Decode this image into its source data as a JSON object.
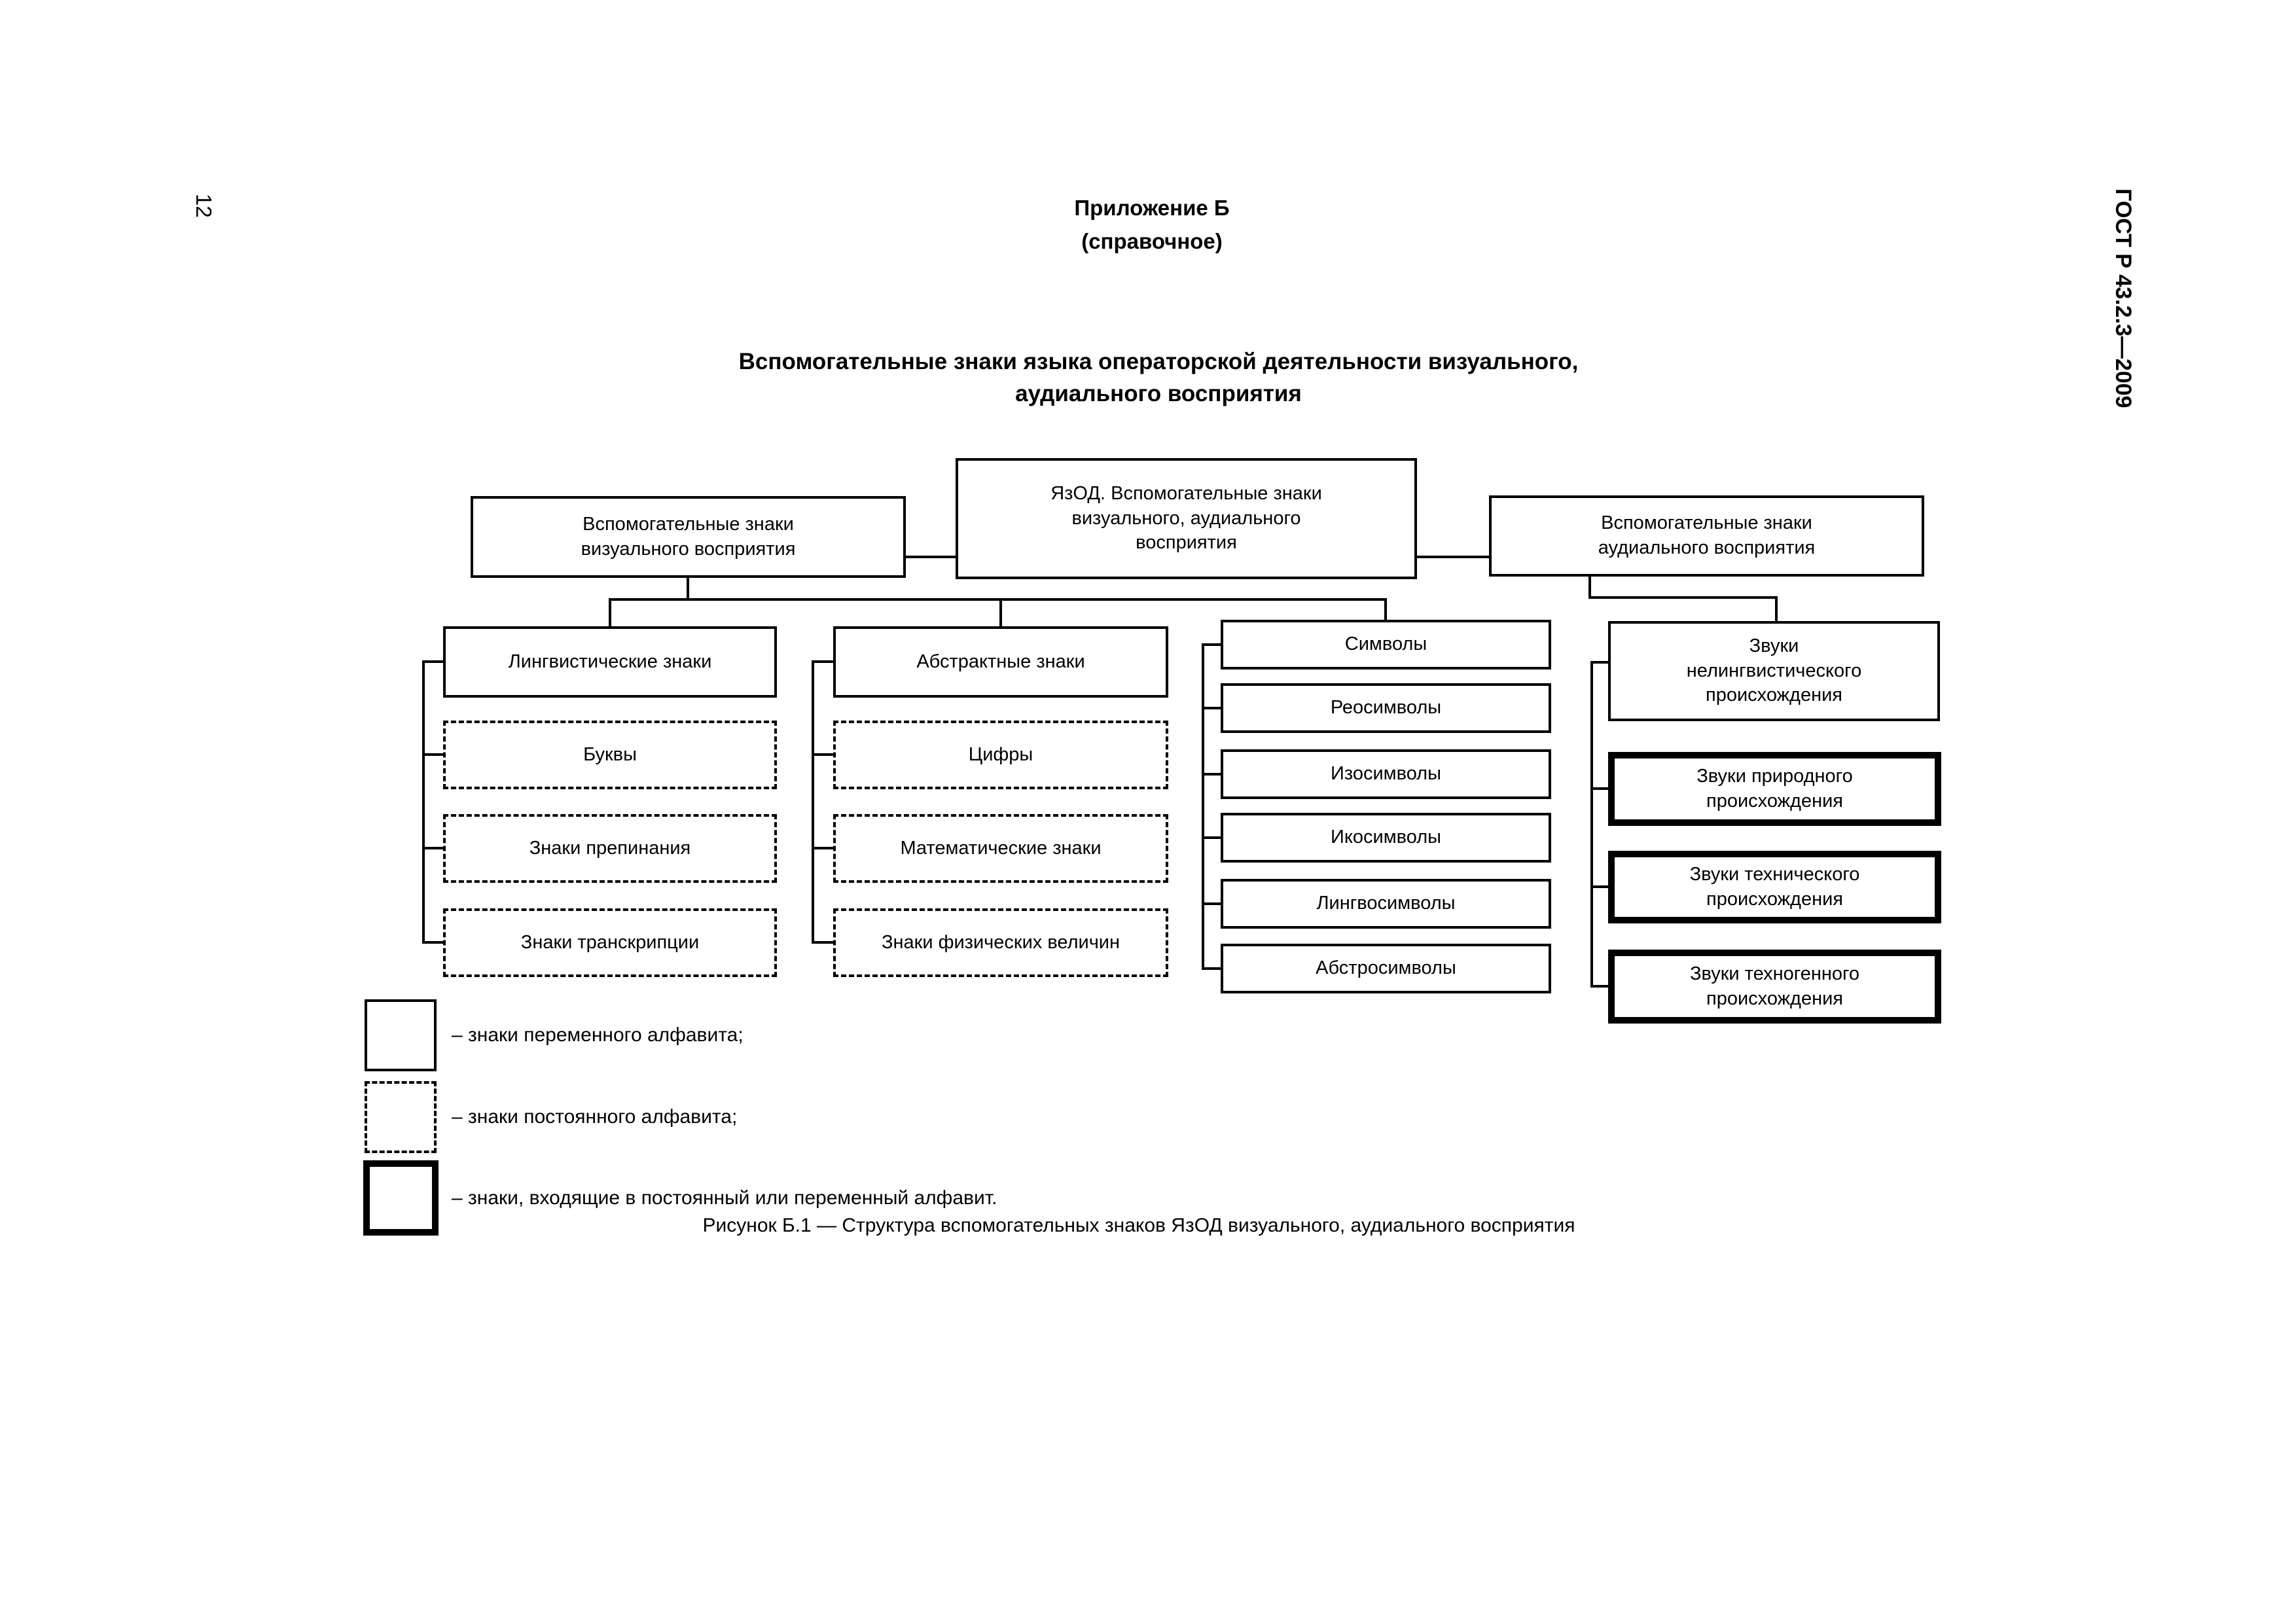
{
  "page": {
    "number": "12",
    "standard": "ГОСТ Р 43.2.3—2009",
    "appendix": {
      "title": "Приложение Б",
      "subtitle": "(справочное)"
    },
    "title": {
      "line1": "Вспомогательные знаки языка операторской деятельности визуального,",
      "line2": "аудиального восприятия"
    },
    "caption": "Рисунок Б.1 — Структура вспомогательных знаков ЯзОД визуального, аудиального восприятия"
  },
  "chart": {
    "type": "org-tree-diagram",
    "root": {
      "label": "ЯзОД. Вспомогательные знаки визуального, аудиального восприятия"
    },
    "branches": {
      "visual": {
        "label": "Вспомогательные знаки визуального восприятия"
      },
      "audio": {
        "label": "Вспомогательные знаки аудиального восприятия"
      }
    },
    "columns": {
      "linguistic": {
        "header": "Лингвистические знаки",
        "item_style": "dashed",
        "items": [
          "Буквы",
          "Знаки препинания",
          "Знаки транскрипции"
        ]
      },
      "abstract": {
        "header": "Абстрактные знаки",
        "item_style": "dashed",
        "items": [
          "Цифры",
          "Математические знаки",
          "Знаки физических величин"
        ]
      },
      "symbols": {
        "header": "Символы",
        "item_style": "solid",
        "items": [
          "Реосимволы",
          "Изосимволы",
          "Икосимволы",
          "Лингвосимволы",
          "Абстросимволы"
        ]
      },
      "sounds": {
        "header": "Звуки нелингвистического происхождения",
        "item_style": "thick",
        "items": [
          "Звуки природного происхождения",
          "Звуки технического происхождения",
          "Звуки техногенного происхождения"
        ]
      }
    }
  },
  "legend": {
    "variable": "– знаки переменного алфавита;",
    "constant": "– знаки постоянного алфавита;",
    "both": "– знаки, входящие в постоянный или переменный алфавит."
  },
  "colors": {
    "ink": "#000000",
    "paper": "#ffffff"
  }
}
